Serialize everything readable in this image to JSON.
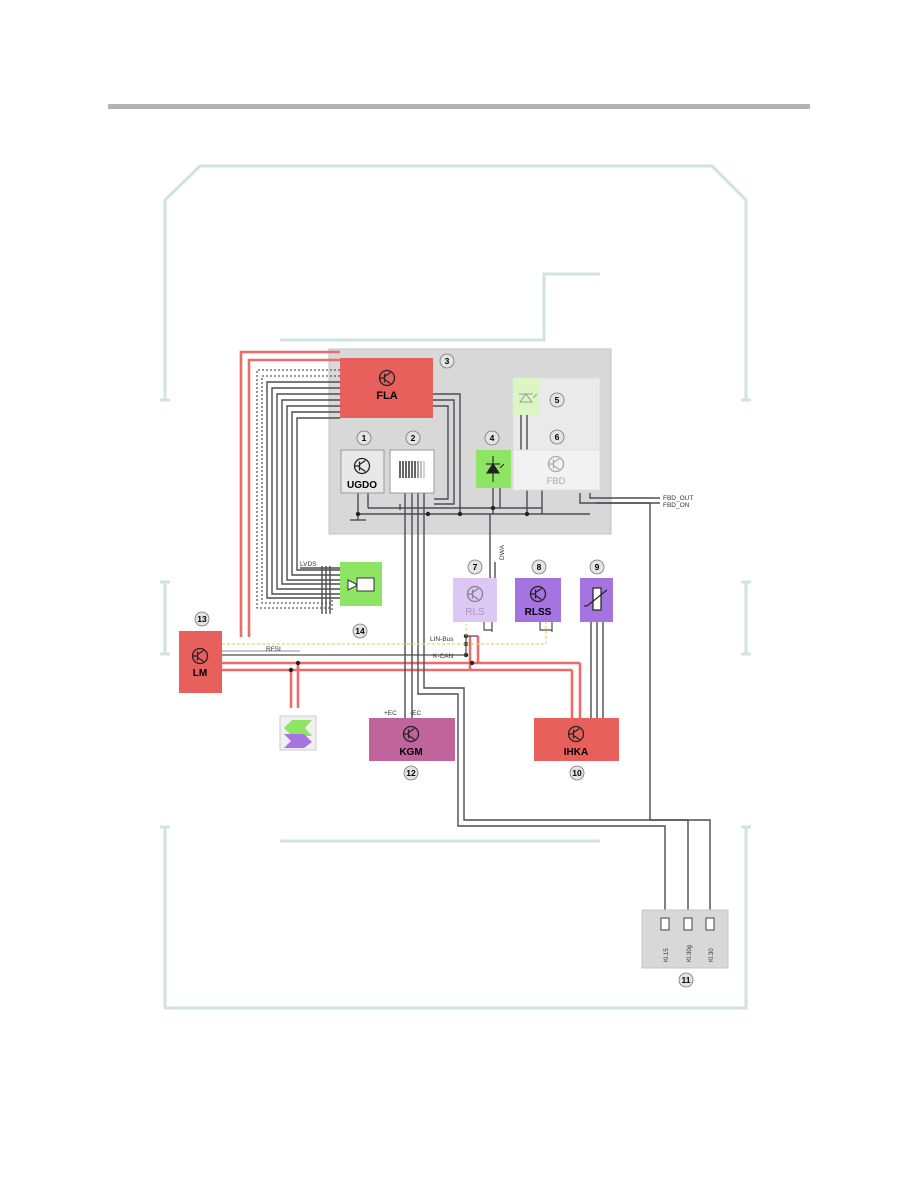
{
  "colors": {
    "red": "#e8605c",
    "red_wire": "#ea6d6a",
    "green": "#8ee463",
    "purple": "#a574e0",
    "light_purple": "#dcc9f3",
    "magenta": "#c0649b",
    "gray_panel": "#d9d9d9",
    "frame": "#cfe3e0",
    "wire": "#4d4d52",
    "lin_bus": "#f2cf6a"
  },
  "modules": {
    "fla": "FLA",
    "ugdo": "UGDO",
    "fbd": "FBD",
    "rls": "RLS",
    "rlss": "RLSS",
    "lm": "LM",
    "kgm": "KGM",
    "ihka": "IHKA"
  },
  "numbers": {
    "n1": "1",
    "n2": "2",
    "n3": "3",
    "n4": "4",
    "n5": "5",
    "n6": "6",
    "n7": "7",
    "n8": "8",
    "n9": "9",
    "n10": "10",
    "n11": "11",
    "n12": "12",
    "n13": "13",
    "n14": "14"
  },
  "signals": {
    "fbd_out": "FBD_OUT",
    "fbd_on": "FBD_ON",
    "lvds": "LVDS",
    "dwa": "DWA",
    "lin_bus": "LIN-Bus",
    "k_can": "K-CAN",
    "rfsi": "RFSI",
    "plus_ec": "+EC",
    "minus_ec": "-EC"
  },
  "terminals": {
    "kl15": "Kl.15",
    "kl30g": "Kl.30g",
    "kl30": "Kl.30"
  }
}
